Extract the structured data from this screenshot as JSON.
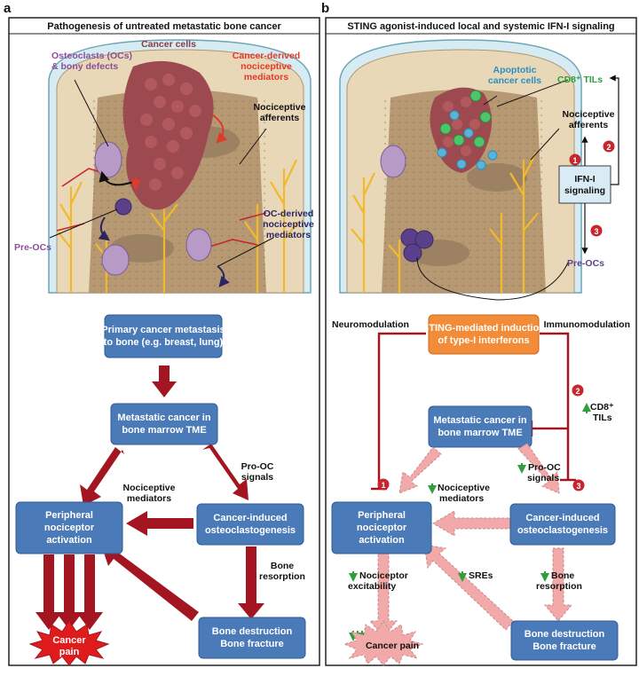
{
  "panels": {
    "a": {
      "letter": "a",
      "title": "Pathogenesis of untreated metastatic bone cancer",
      "illustration": {
        "cancer_cells": "Cancer cells",
        "osteoclasts_l1": "Osteoclasts (OCs)",
        "osteoclasts_l2": "& bony defects",
        "cancer_mediators_l1": "Cancer-derived",
        "cancer_mediators_l2": "nociceptive",
        "cancer_mediators_l3": "mediators",
        "afferents_l1": "Nociceptive",
        "afferents_l2": "afferents",
        "pre_ocs": "Pre-OCs",
        "oc_mediators_l1": "OC-derived",
        "oc_mediators_l2": "nociceptive",
        "oc_mediators_l3": "mediators"
      },
      "flow": {
        "primary_l1": "Primary cancer metastasis",
        "primary_l2": "to bone (e.g. breast, lung)",
        "tme_l1": "Metastatic cancer in",
        "tme_l2": "bone marrow TME",
        "pro_oc_l1": "Pro-OC",
        "pro_oc_l2": "signals",
        "noci_med_l1": "Nociceptive",
        "noci_med_l2": "mediators",
        "peripheral_l1": "Peripheral",
        "peripheral_l2": "nociceptor",
        "peripheral_l3": "activation",
        "osteo_l1": "Cancer-induced",
        "osteo_l2": "osteoclastogenesis",
        "resorption_l1": "Bone",
        "resorption_l2": "resorption",
        "pain_l1": "Cancer",
        "pain_l2": "pain",
        "destruction_l1": "Bone destruction",
        "destruction_l2": "Bone fracture"
      }
    },
    "b": {
      "letter": "b",
      "title": "STING agonist-induced local and systemic IFN-I signaling",
      "illustration": {
        "apoptotic_l1": "Apoptotic",
        "apoptotic_l2": "cancer cells",
        "cd8_tils": "CD8⁺ TILs",
        "afferents_l1": "Nociceptive",
        "afferents_l2": "afferents",
        "ifn_l1": "IFN-I",
        "ifn_l2": "signaling",
        "pre_ocs": "Pre-OCs",
        "n1": "1",
        "n2": "2",
        "n3": "3"
      },
      "flow": {
        "neuromodulation": "Neuromodulation",
        "immunomodulation": "Immunomodulation",
        "sting_l1": "STING-mediated induction",
        "sting_l2": "of type-I interferons",
        "cd8_l1": "CD8⁺",
        "cd8_l2": "TILs",
        "tme_l1": "Metastatic cancer in",
        "tme_l2": "bone marrow TME",
        "pro_oc_l1": "Pro-OC",
        "pro_oc_l2": "signals",
        "noci_med_l1": "Nociceptive",
        "noci_med_l2": "mediators",
        "peripheral_l1": "Peripheral",
        "peripheral_l2": "nociceptor",
        "peripheral_l3": "activation",
        "osteo_l1": "Cancer-induced",
        "osteo_l2": "osteoclastogenesis",
        "excit_l1": "Nociceptor",
        "excit_l2": "excitability",
        "sres": "SREs",
        "resorption_l1": "Bone",
        "resorption_l2": "resorption",
        "pain": "Cancer pain",
        "destruction_l1": "Bone destruction",
        "destruction_l2": "Bone fracture",
        "n1": "1",
        "n2": "2",
        "n3": "3"
      }
    }
  },
  "colors": {
    "box_blue": "#4a7ab8",
    "dark_red": "#a31621",
    "pink": "#f2a9a9",
    "orange": "#f28c38",
    "bone": "#e9d8b8",
    "marrow": "#b69872",
    "cancer": "#9c4a4f",
    "osteoclast": "#b89ac6",
    "purple": "#5a3f8a",
    "green": "#2e9e3e",
    "teal": "#2a8fbf",
    "nerve": "#f2b92b"
  }
}
